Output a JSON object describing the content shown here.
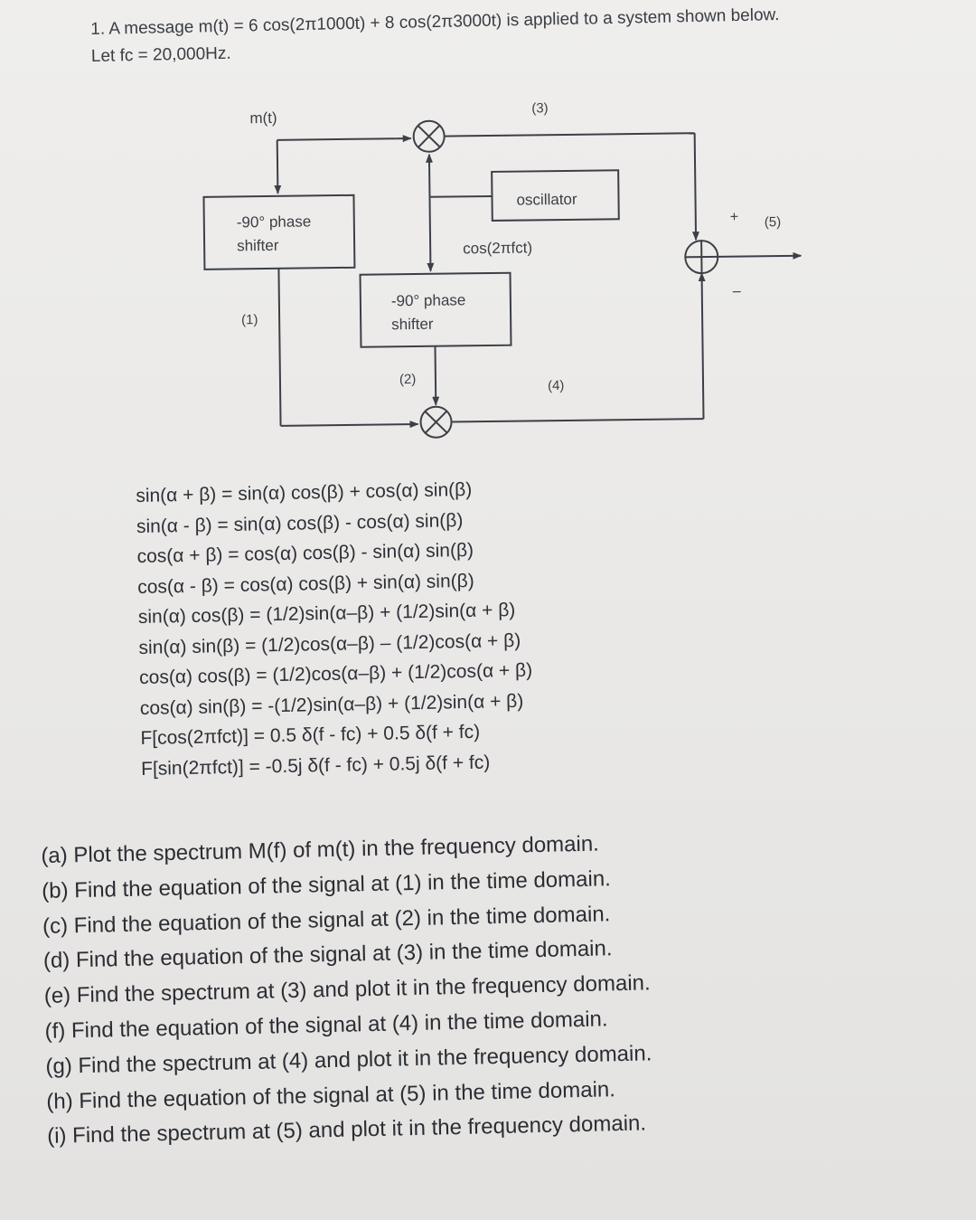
{
  "problem": {
    "line1": "1. A message m(t) = 6 cos(2π1000t) + 8 cos(2π3000t) is applied to a system shown below.",
    "line2": "Let fc = 20,000Hz."
  },
  "diagram": {
    "input_label": "m(t)",
    "phase_shifter_1": {
      "line1": "-90° phase",
      "line2": "shifter"
    },
    "phase_shifter_2": {
      "line1": "-90° phase",
      "line2": "shifter"
    },
    "oscillator_label": "oscillator",
    "carrier_label": "cos(2πfct)",
    "point_1": "(1)",
    "point_2": "(2)",
    "point_3": "(3)",
    "point_4": "(4)",
    "point_5": "(5)",
    "plus_sign": "+",
    "minus_sign": "–"
  },
  "identities": [
    "sin(α + β) = sin(α) cos(β) + cos(α) sin(β)",
    "sin(α - β) = sin(α) cos(β) - cos(α) sin(β)",
    "cos(α + β) = cos(α) cos(β) - sin(α) sin(β)",
    "cos(α - β) = cos(α) cos(β) + sin(α) sin(β)",
    "sin(α) cos(β) = (1/2)sin(α–β) + (1/2)sin(α + β)",
    "sin(α) sin(β) = (1/2)cos(α–β) – (1/2)cos(α + β)",
    "cos(α) cos(β) = (1/2)cos(α–β) + (1/2)cos(α + β)",
    "cos(α) sin(β) = -(1/2)sin(α–β) + (1/2)sin(α + β)",
    "F[cos(2πfct)] = 0.5 δ(f - fc) + 0.5 δ(f + fc)",
    "F[sin(2πfct)] = -0.5j δ(f - fc) + 0.5j δ(f + fc)"
  ],
  "questions": [
    "(a) Plot the spectrum M(f) of m(t) in the frequency domain.",
    "(b) Find the equation of the signal at (1) in the time domain.",
    "(c) Find the equation of the signal at (2) in the time domain.",
    "(d) Find the equation of the signal at (3) in the time domain.",
    "(e) Find the spectrum at (3) and plot it in the frequency domain.",
    "(f) Find the equation of the signal at (4) in the time domain.",
    "(g) Find the spectrum at (4) and plot it in the frequency domain.",
    "(h) Find the equation of the signal at (5) in the time domain.",
    "(i) Find the spectrum at (5) and plot it in the frequency domain."
  ]
}
